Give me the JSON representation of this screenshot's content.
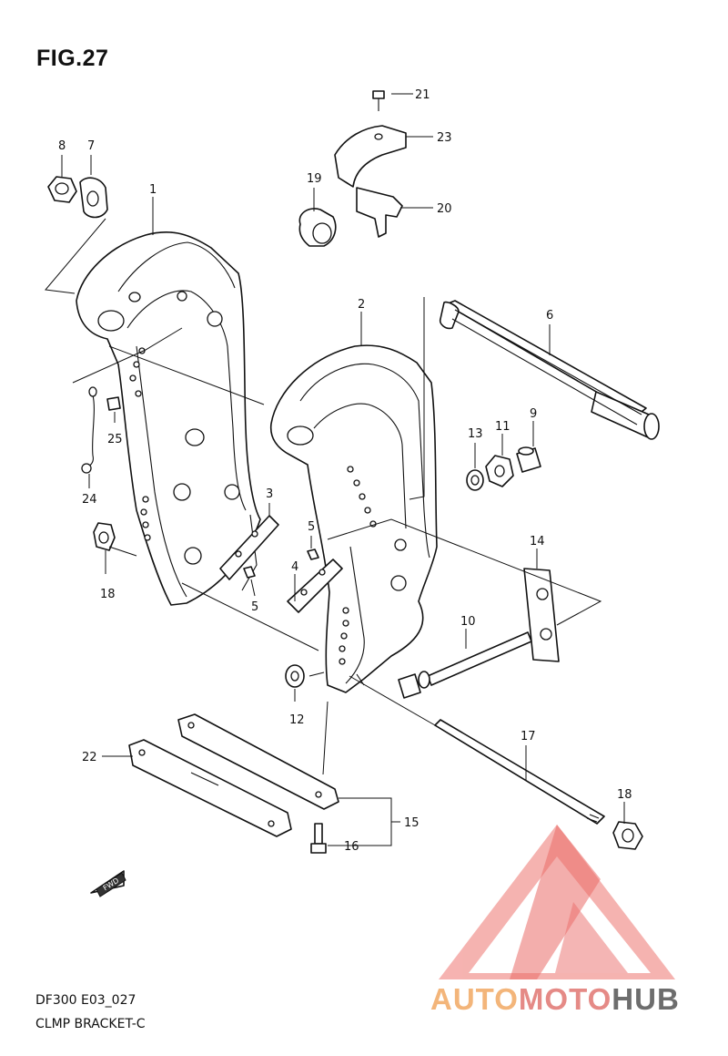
{
  "figure": {
    "title": "FIG.27",
    "model_code": "DF300 E03_027",
    "section_name": "CLMP BRACKET-C"
  },
  "callouts": [
    {
      "id": "1"
    },
    {
      "id": "2"
    },
    {
      "id": "3"
    },
    {
      "id": "4"
    },
    {
      "id": "5a",
      "label": "5"
    },
    {
      "id": "5b",
      "label": "5"
    },
    {
      "id": "6"
    },
    {
      "id": "7"
    },
    {
      "id": "8"
    },
    {
      "id": "9"
    },
    {
      "id": "10"
    },
    {
      "id": "11"
    },
    {
      "id": "12"
    },
    {
      "id": "13"
    },
    {
      "id": "14"
    },
    {
      "id": "15"
    },
    {
      "id": "16"
    },
    {
      "id": "17"
    },
    {
      "id": "18a",
      "label": "18"
    },
    {
      "id": "18b",
      "label": "18"
    },
    {
      "id": "19"
    },
    {
      "id": "20"
    },
    {
      "id": "21"
    },
    {
      "id": "22"
    },
    {
      "id": "23"
    },
    {
      "id": "24"
    },
    {
      "id": "25"
    }
  ],
  "labels": {
    "c1": "1",
    "c2": "2",
    "c3": "3",
    "c4": "4",
    "c5a": "5",
    "c5b": "5",
    "c6": "6",
    "c7": "7",
    "c8": "8",
    "c9": "9",
    "c10": "10",
    "c11": "11",
    "c12": "12",
    "c13": "13",
    "c14": "14",
    "c15": "15",
    "c16": "16",
    "c17": "17",
    "c18a": "18",
    "c18b": "18",
    "c19": "19",
    "c20": "20",
    "c21": "21",
    "c22": "22",
    "c23": "23",
    "c24": "24",
    "c25": "25"
  },
  "fwd_marker": "FWD",
  "watermark": {
    "part1": "AUTO",
    "part2": "MOTO",
    "part3": "HUB",
    "colors": {
      "logo_red": "#e8534f",
      "logo_pink": "#f4a6a3",
      "auto": "#f3b57a",
      "hub": "#6d6d6d"
    }
  }
}
